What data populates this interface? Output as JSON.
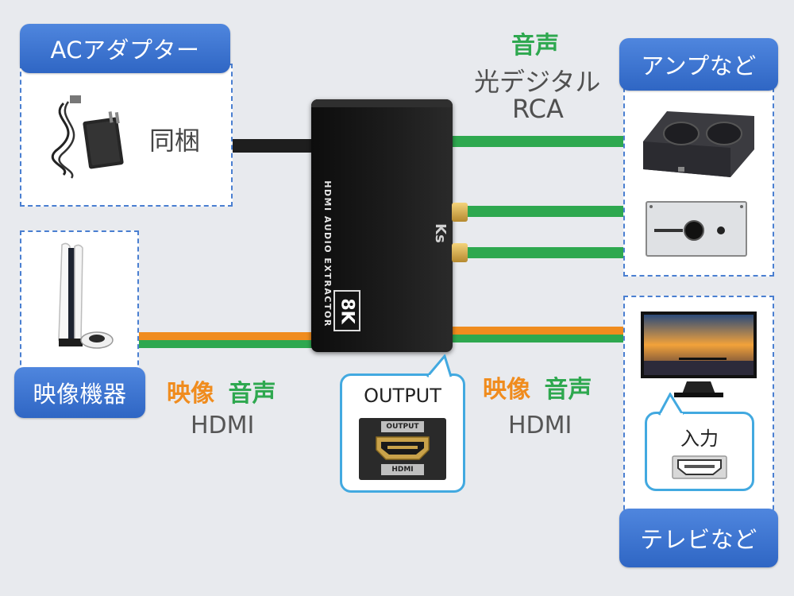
{
  "labels": {
    "ac_adapter": "ACアダプター",
    "bundled": "同梱",
    "video_device": "映像機器",
    "amp": "アンプなど",
    "tv": "テレビなど"
  },
  "audio_top": {
    "title": "音声",
    "line1": "光デジタル",
    "line2": "RCA"
  },
  "left_hdmi": {
    "video": "映像",
    "audio": "音声",
    "label": "HDMI"
  },
  "right_hdmi": {
    "video": "映像",
    "audio": "音声",
    "label": "HDMI"
  },
  "device": {
    "logo": "Ks",
    "name": "HDMI AUDIO EXTRACTOR",
    "badge": "8K"
  },
  "output_callout": {
    "title": "OUTPUT",
    "port_top": "OUTPUT",
    "port_bottom": "HDMI"
  },
  "input_callout": {
    "title": "入力"
  },
  "colors": {
    "video_orange": "#f08c1e",
    "audio_green": "#2ea84f",
    "pill_blue": "#3a72cf",
    "callout_blue": "#42a9e0"
  },
  "icons": [
    "power-adapter-icon",
    "game-console-icon",
    "amplifier-icon",
    "headphone-amp-icon",
    "monitor-icon",
    "hdmi-port-icon"
  ]
}
